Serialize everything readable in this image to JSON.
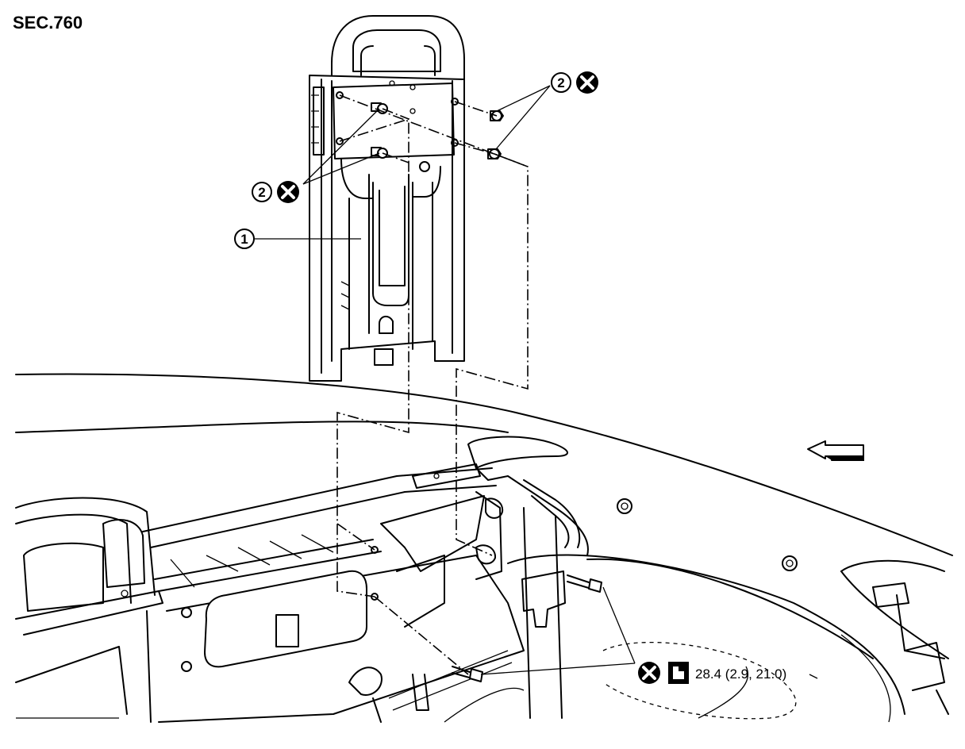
{
  "section_label": "SEC.760",
  "callouts": {
    "part_1": "1",
    "part_2_left": "2",
    "part_2_right": "2"
  },
  "torque_spec": "28.4 (2.9, 21.0)",
  "icons": {
    "do_not_reuse": "x-circle-icon",
    "torque": "torque-wrench-icon",
    "front_direction": "front-arrow-icon"
  }
}
